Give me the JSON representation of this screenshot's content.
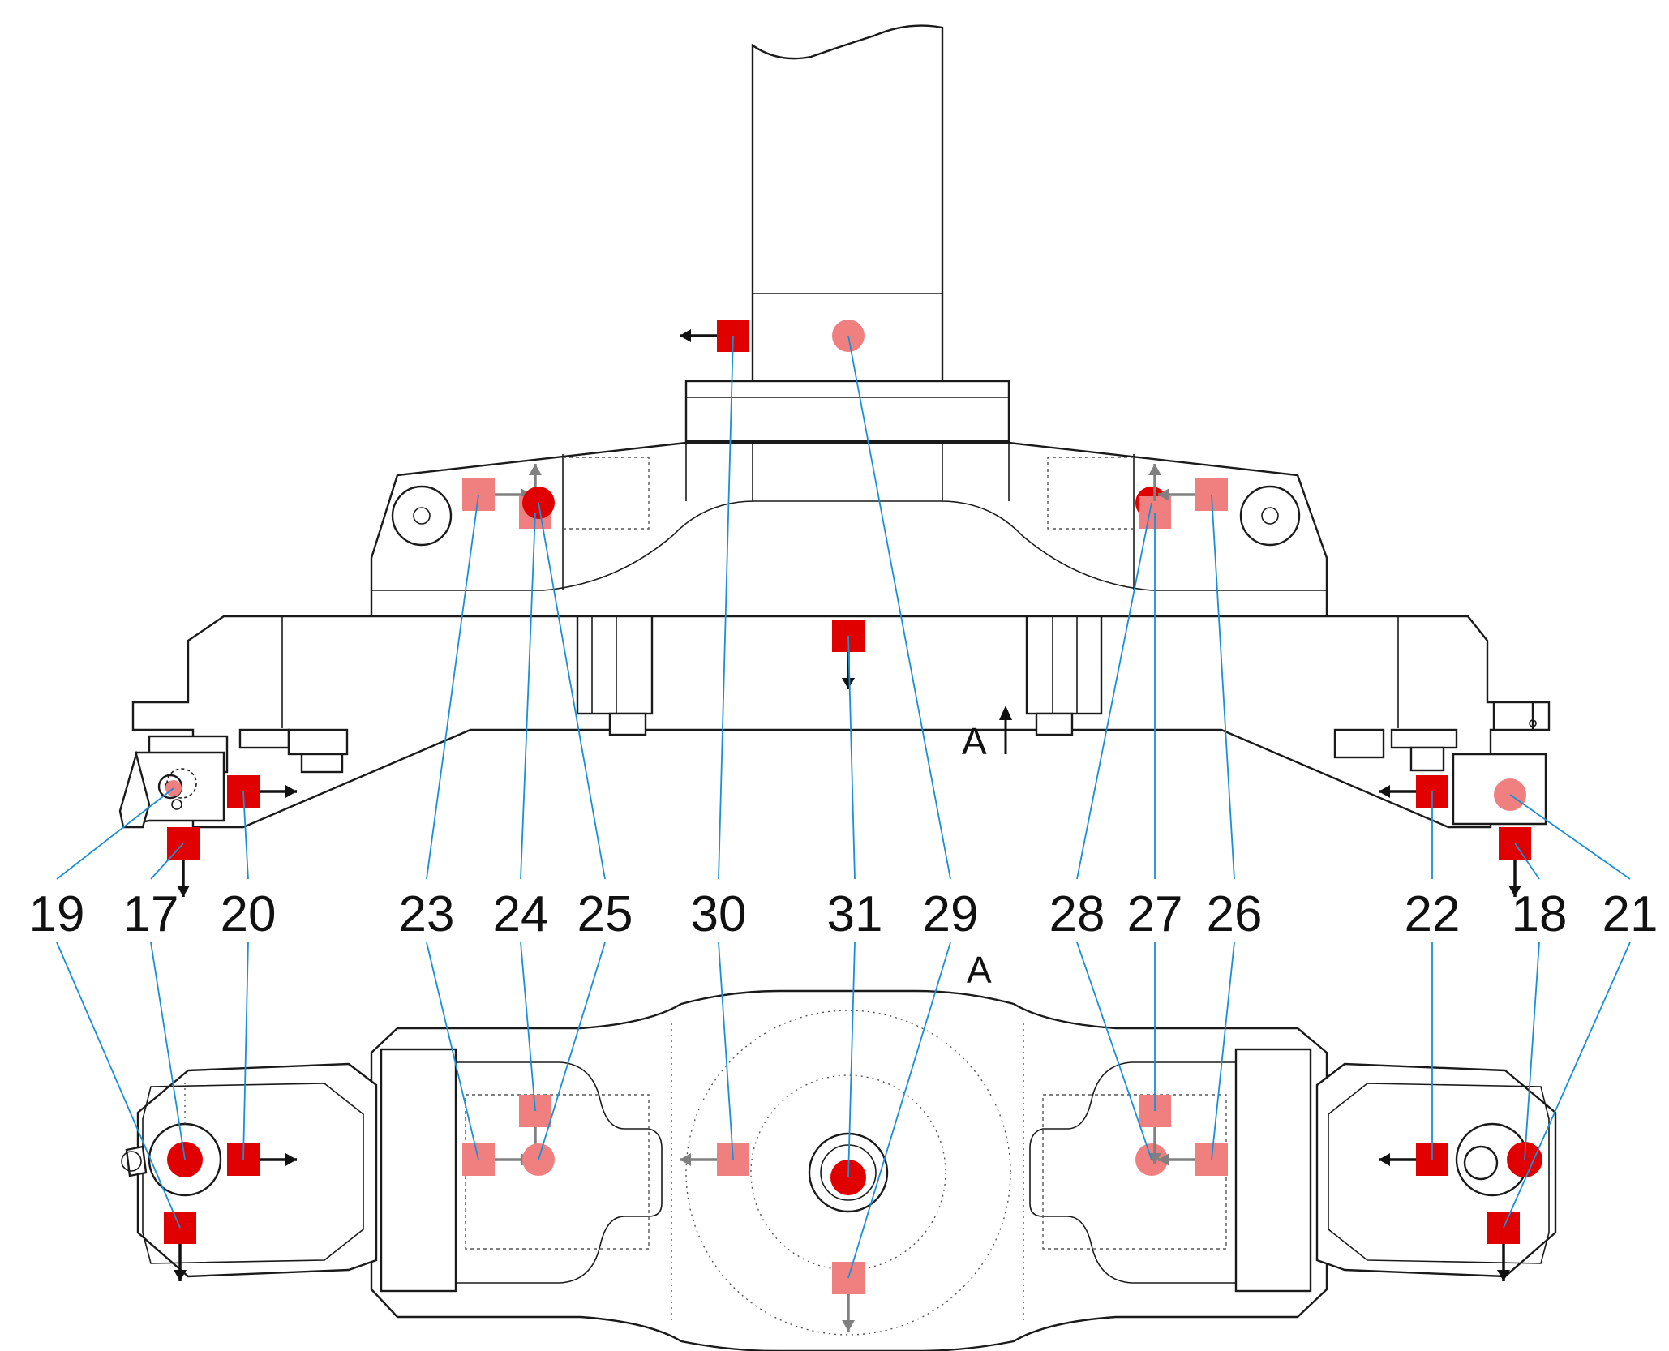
{
  "figure": {
    "view_label": "A",
    "view_arrow_label": "A",
    "colors": {
      "sensor_near": "#e00000",
      "sensor_far": "#f08080",
      "leader": "#1a8fd6",
      "arrow_near": "#111111",
      "arrow_far": "#808080"
    },
    "labels": [
      "19",
      "17",
      "20",
      "23",
      "24",
      "25",
      "30",
      "31",
      "29",
      "28",
      "27",
      "26",
      "22",
      "18",
      "21"
    ]
  }
}
